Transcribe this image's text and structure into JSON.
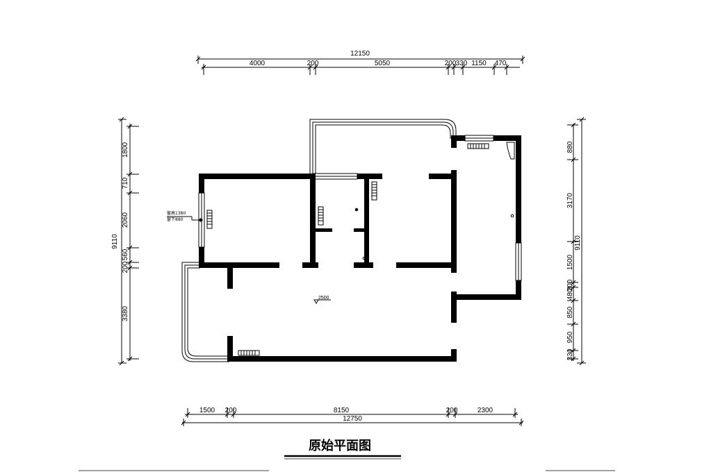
{
  "title": "原始平面图",
  "dimensions": {
    "top_total": "12150",
    "top_segments": [
      "4000",
      "200",
      "5050",
      "200",
      "330",
      "1150",
      "470"
    ],
    "bottom_segments": [
      "1500",
      "200",
      "8150",
      "200",
      "2300"
    ],
    "bottom_total": "12750",
    "left_total": "9110",
    "left_segments": [
      "1800",
      "710",
      "2060",
      "560",
      "200",
      "3380"
    ],
    "right_total": "9110",
    "right_segments": [
      "880",
      "3170",
      "1500",
      "200",
      "480",
      "850",
      "950",
      "330"
    ]
  },
  "annotations": {
    "window_height_top": "窗高1380",
    "window_sill": "窗下880",
    "ceiling_height": "2500"
  }
}
